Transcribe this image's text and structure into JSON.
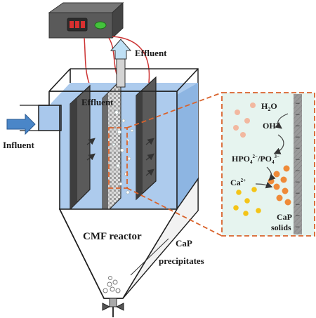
{
  "labels": {
    "effluent_top": "Effluent",
    "effluent_inner": "Effluent",
    "influent": "Influent",
    "reactor": "CMF reactor",
    "precipitates_line1": "CaP",
    "precipitates_line2": "precipitates",
    "water_base": "H",
    "water_sub": "2",
    "water_end": "O",
    "hydroxide_base": "OH",
    "hydroxide_sup": "−",
    "phosphate_base": "HPO",
    "phosphate_sub1": "4",
    "phosphate_sup1": "2−",
    "phosphate_mid": "/PO",
    "phosphate_sub2": "4",
    "phosphate_sup2": "3−",
    "calcium_base": "Ca",
    "calcium_sup": "2+",
    "solids_line1": "CaP",
    "solids_line2": "solids"
  },
  "colors": {
    "water": "#a9c8ec",
    "panel": "#5a5a5a",
    "mesh": "#d9d9d9",
    "zoom_bg": "#e6f4ef",
    "zoom_border": "#d9622b",
    "influent_arrow": "#4a86c8",
    "effluent_arrow": "#bfe0f5",
    "wire": "#cc3333",
    "psu_body": "#555555",
    "psu_display": "#d93030",
    "psu_knob": "#44c23c",
    "ion_light": "#f2b8a0",
    "ion_orange": "#ef8a38",
    "ion_yellow": "#f4c417"
  }
}
